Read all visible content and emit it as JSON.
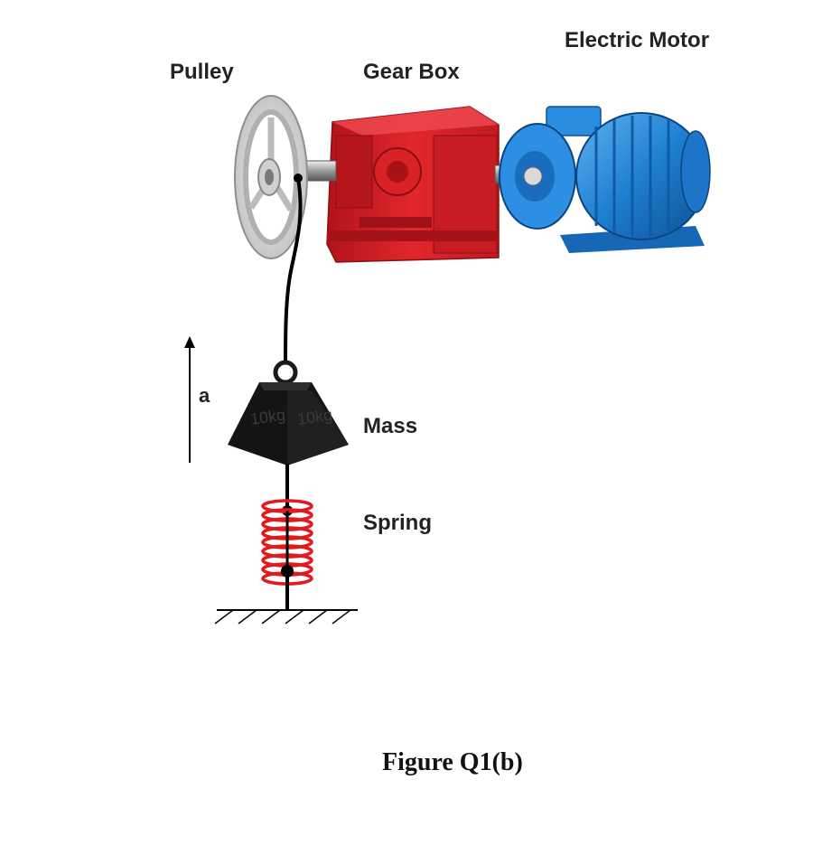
{
  "labels": {
    "pulley": "Pulley",
    "gearbox": "Gear Box",
    "motor": "Electric Motor",
    "acceleration": "a",
    "mass": "Mass",
    "spring": "Spring"
  },
  "mass_markings": [
    "10kg",
    "10kg"
  ],
  "caption": "Figure Q1(b)",
  "colors": {
    "gearbox": "#d81f26",
    "motor": "#1e7fd1",
    "spring": "#e3191c",
    "mass": "#1a1a1a",
    "pulley": "#cfcfcf"
  }
}
